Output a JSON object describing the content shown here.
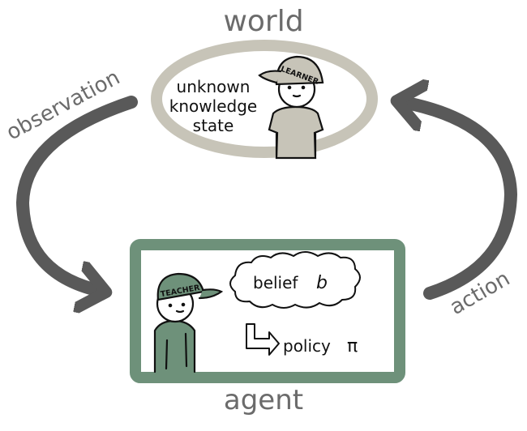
{
  "labels": {
    "world": "world",
    "agent": "agent",
    "observation": "observation",
    "action": "action"
  },
  "learner": {
    "cap_text": "LEARNER",
    "state_lines": [
      "unknown",
      "knowledge",
      "state"
    ]
  },
  "teacher": {
    "cap_text": "TEACHER",
    "belief": "belief",
    "belief_symbol": "b",
    "policy": "policy",
    "policy_symbol": "π"
  },
  "colors": {
    "world_ring": "#c7c4b8",
    "agent_frame": "#6e917a",
    "arrows": "#595959",
    "label_text": "#6b6b6b"
  }
}
